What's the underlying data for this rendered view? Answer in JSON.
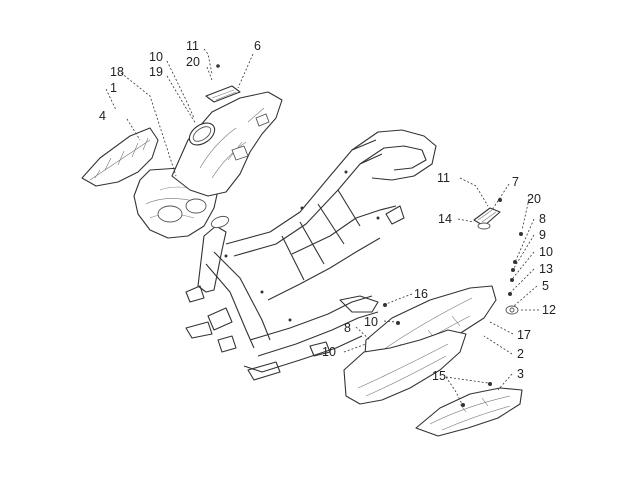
{
  "diagram": {
    "type": "exploded-parts-diagram",
    "callouts": [
      "11",
      "6",
      "10",
      "20",
      "19",
      "18",
      "1",
      "4",
      "11",
      "7",
      "20",
      "14",
      "8",
      "9",
      "10",
      "13",
      "5",
      "12",
      "16",
      "10",
      "17",
      "8",
      "10",
      "2",
      "15",
      "3"
    ]
  }
}
